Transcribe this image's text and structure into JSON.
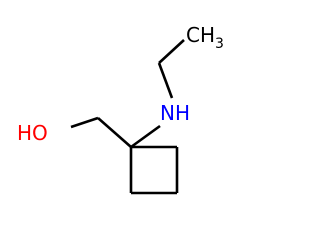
{
  "molecule": {
    "atoms": {
      "hydroxyl": {
        "text": "HO",
        "color": "#ff0000"
      },
      "amine": {
        "text": "NH",
        "color": "#0000ff"
      },
      "methyl": {
        "text": "CH",
        "subscript": "3",
        "color": "#000000"
      }
    },
    "bond_color": "#000000"
  }
}
